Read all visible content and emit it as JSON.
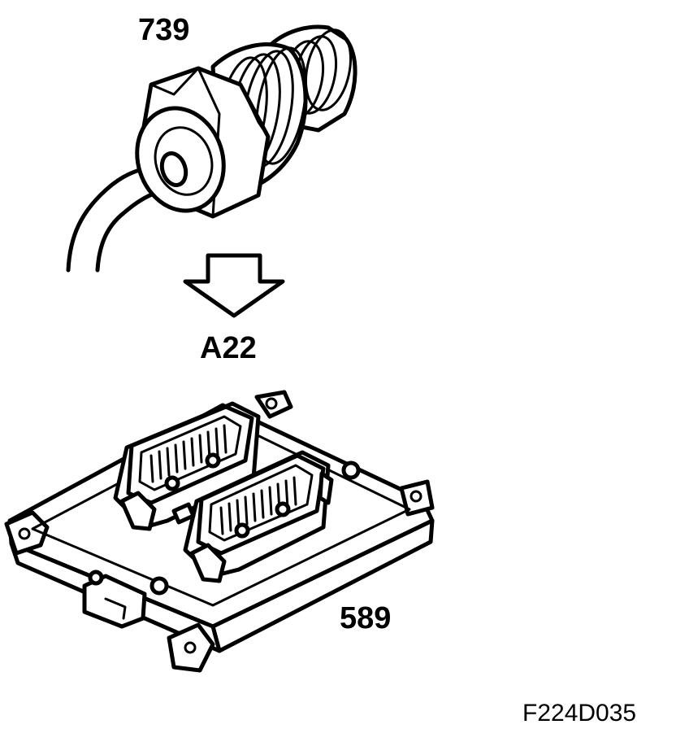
{
  "labels": {
    "sensor": "739",
    "connection": "A22",
    "control_unit": "589",
    "figure_id": "F224D035"
  }
}
